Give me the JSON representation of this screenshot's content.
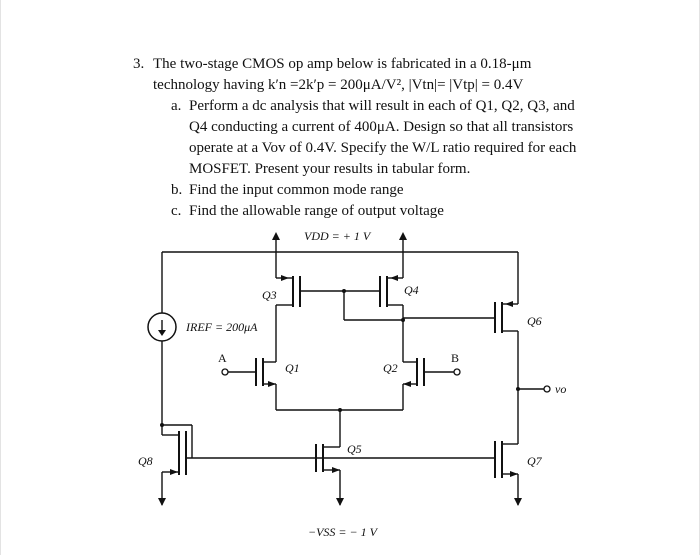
{
  "problem": {
    "number": "3.",
    "line1": "The two-stage CMOS op amp below is fabricated in a 0.18-μm",
    "line2": "technology having k′n =2k′p = 200μA/V², |Vtn|= |Vtp| = 0.4V",
    "parts": [
      {
        "label": "a.",
        "lines": [
          "Perform a dc analysis that will result in each of Q1, Q2, Q3, and",
          "Q4 conducting a current of 400μA. Design so that all transistors",
          "operate at a Vov of 0.4V. Specify the W/L ratio required for each",
          "MOSFET. Present your results in tabular form."
        ]
      },
      {
        "label": "b.",
        "lines": [
          "Find the input common mode range"
        ]
      },
      {
        "label": "c.",
        "lines": [
          "Find the allowable range of output voltage"
        ]
      }
    ]
  },
  "circuit": {
    "vdd": "VDD = + 1 V",
    "vss": "−VSS = − 1 V",
    "iref": "IREF = 200μA",
    "node_a": "A",
    "node_b": "B",
    "vo": "vo",
    "q1": "Q1",
    "q2": "Q2",
    "q3": "Q3",
    "q4": "Q4",
    "q5": "Q5",
    "q6": "Q6",
    "q7": "Q7",
    "q8": "Q8"
  }
}
